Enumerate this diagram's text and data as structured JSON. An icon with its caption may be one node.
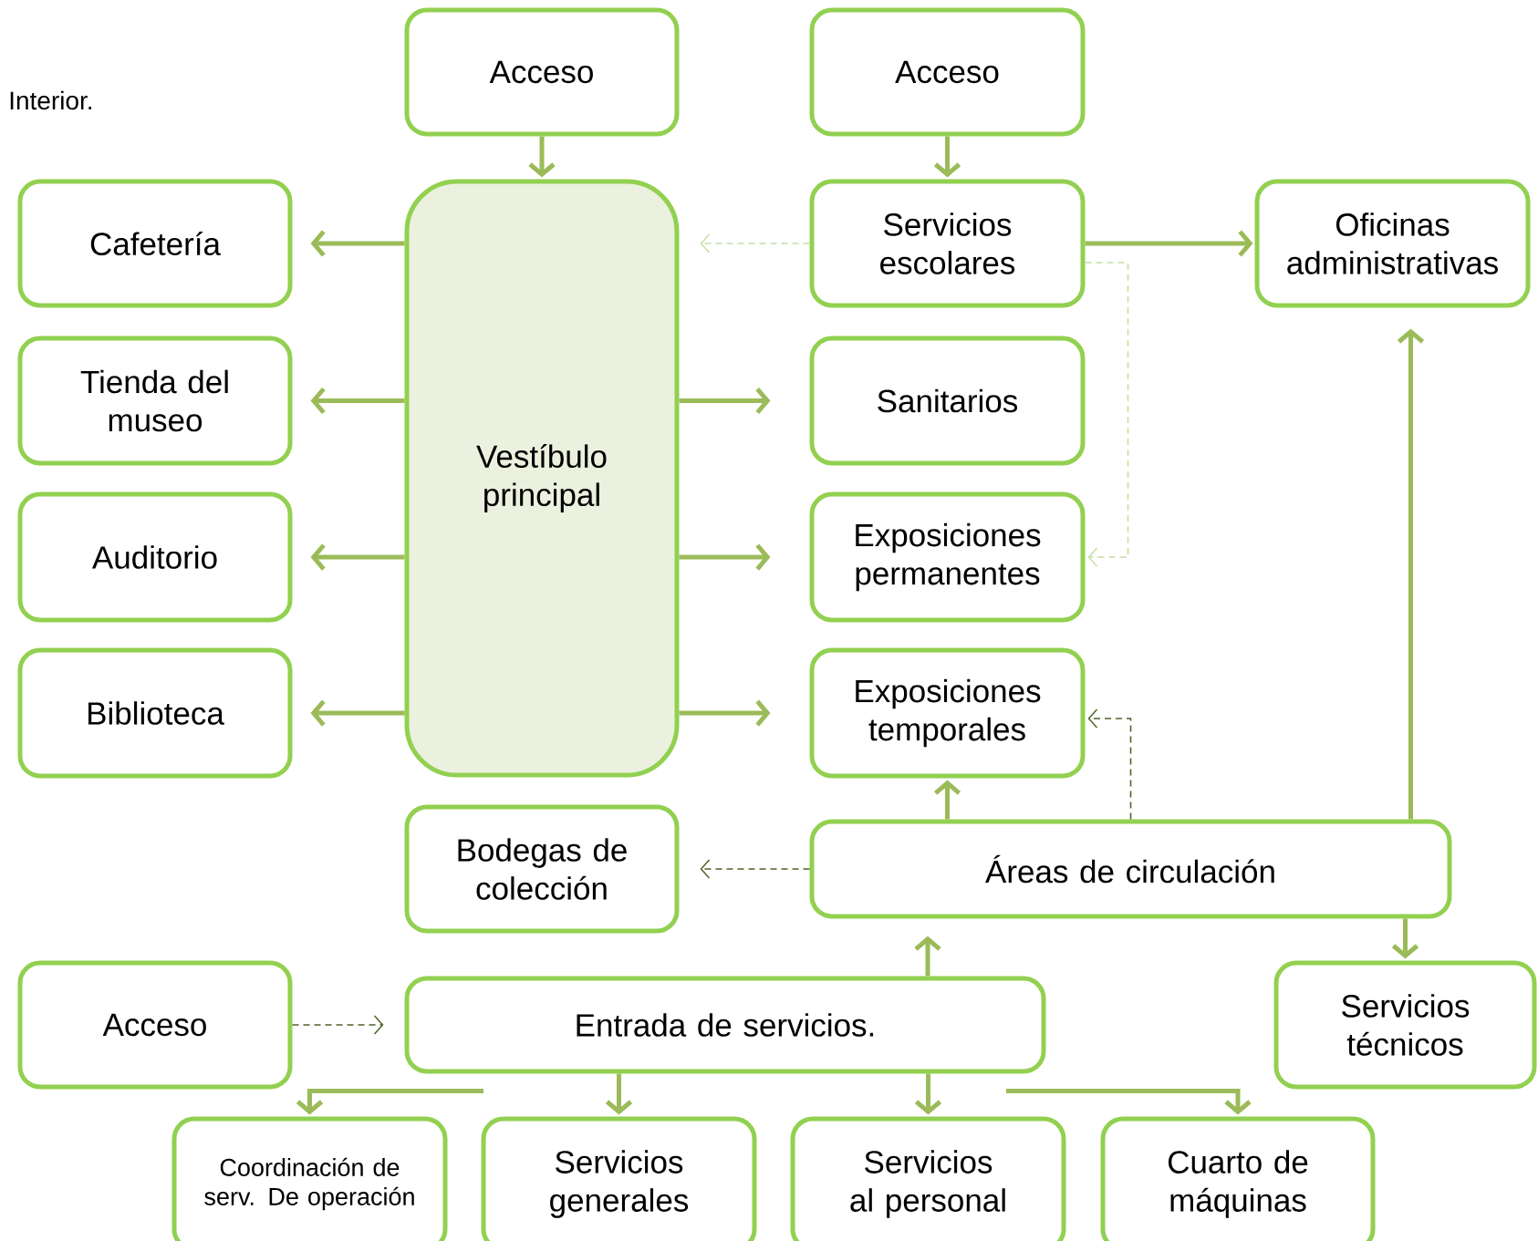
{
  "diagram": {
    "title": "Interior.",
    "nodes": [
      {
        "text": [
          "Acceso"
        ]
      },
      {
        "text": [
          "Acceso"
        ]
      },
      {
        "text": [
          "Cafetería"
        ]
      },
      {
        "text": [
          "Vestíbulo principal"
        ]
      },
      {
        "text": [
          "Servicios escolares"
        ]
      },
      {
        "text": [
          "Oficinas administrativas"
        ]
      },
      {
        "text": [
          "Tienda del museo"
        ]
      },
      {
        "text": [
          "Sanitarios"
        ]
      },
      {
        "text": [
          "Auditorio"
        ]
      },
      {
        "text": [
          "Exposiciones permanentes"
        ]
      },
      {
        "text": [
          "Biblioteca"
        ]
      },
      {
        "text": [
          "Exposiciones temporales"
        ]
      },
      {
        "text": [
          "Bodegas de colección"
        ]
      },
      {
        "text": [
          "Áreas de circulación"
        ]
      },
      {
        "text": [
          "Acceso"
        ]
      },
      {
        "text": [
          "Entrada de servicios."
        ]
      },
      {
        "text": [
          "Servicios técnicos"
        ]
      },
      {
        "text": [
          "Coordinación de serv. De operación"
        ]
      },
      {
        "text": [
          "Servicios generales"
        ]
      },
      {
        "text": [
          "Servicios al personal"
        ]
      },
      {
        "text": [
          "Cuarto de máquinas"
        ]
      }
    ],
    "edges": [
      {
        "from": 0,
        "to": 3,
        "arrow": "to"
      },
      {
        "from": 1,
        "to": 4,
        "arrow": "to"
      },
      {
        "from": 3,
        "to": 2,
        "arrow": "to"
      },
      {
        "from": 3,
        "to": 6,
        "arrow": "to"
      },
      {
        "from": 3,
        "to": 8,
        "arrow": "to"
      },
      {
        "from": 3,
        "to": 10,
        "arrow": "to"
      },
      {
        "from": 3,
        "to": 7,
        "arrow": "to"
      },
      {
        "from": 3,
        "to": 9,
        "arrow": "to"
      },
      {
        "from": 3,
        "to": 11,
        "arrow": "to"
      },
      {
        "from": 4,
        "to": 3,
        "arrow": "to",
        "style": "dashed",
        "color": "#c4e0a4"
      },
      {
        "from": 4,
        "to": 5,
        "arrow": "to"
      },
      {
        "from": 4,
        "to": 9,
        "arrow": "to",
        "style": "dashed",
        "color": "#c4e0a4"
      },
      {
        "from": 13,
        "to": 11,
        "arrow": "to"
      },
      {
        "from": 13,
        "to": 11,
        "arrow": "to",
        "style": "dashed",
        "color": "#4f6228"
      },
      {
        "from": 13,
        "to": 12,
        "arrow": "to",
        "style": "dashed",
        "color": "#4f6228"
      },
      {
        "from": 13,
        "to": 5,
        "arrow": "to"
      },
      {
        "from": 13,
        "to": 16,
        "arrow": "to"
      },
      {
        "from": 14,
        "to": 15,
        "arrow": "to",
        "style": "dashed",
        "color": "#4f6228"
      },
      {
        "from": 15,
        "to": 13,
        "arrow": "to"
      },
      {
        "from": 15,
        "to": 17,
        "arrow": "to"
      },
      {
        "from": 15,
        "to": 18,
        "arrow": "to"
      },
      {
        "from": 15,
        "to": 19,
        "arrow": "to"
      },
      {
        "from": 15,
        "to": 20,
        "arrow": "to"
      }
    ]
  }
}
